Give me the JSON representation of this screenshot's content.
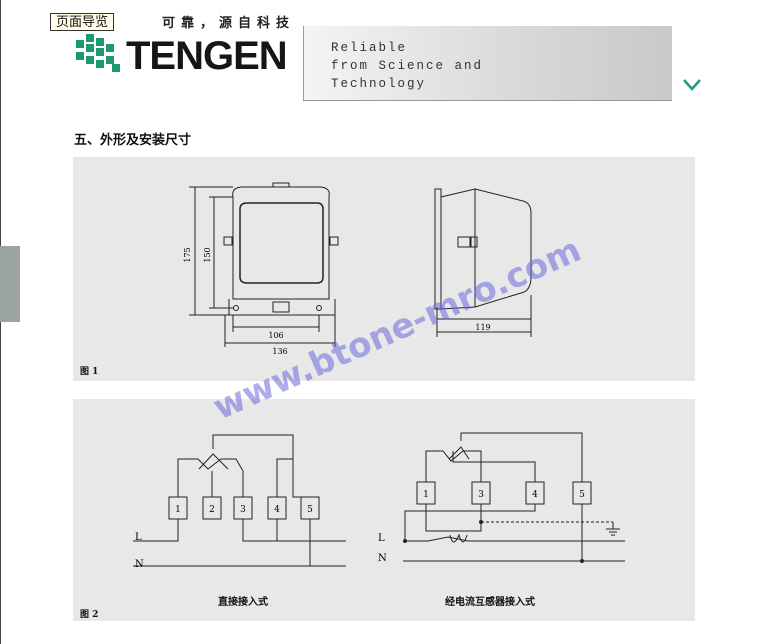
{
  "nav": {
    "button_label": "页面导览"
  },
  "header": {
    "slogan": "可靠，源自科技",
    "brand": "TENGEN",
    "tagline": [
      "Reliable",
      "from Science and",
      "Technology"
    ]
  },
  "section": {
    "title": "五、外形及安装尺寸"
  },
  "figure1": {
    "label": "图 1",
    "dims": {
      "height_outer": "175",
      "height_inner": "150",
      "width_inner": "106",
      "width_outer": "136",
      "depth": "119"
    }
  },
  "figure2": {
    "label": "图 2",
    "left_caption": "直接接入式",
    "right_caption": "经电流互感器接入式",
    "left_terminals": [
      "1",
      "2",
      "3",
      "4",
      "5"
    ],
    "right_terminals": [
      "1",
      "3",
      "4",
      "5"
    ],
    "line_L": "L",
    "line_N": "N"
  },
  "watermark": {
    "text": "www.btone-mro.com"
  },
  "colors": {
    "logo_green": "#1f9a6e",
    "panel_bg": "#e8e8e8",
    "chevron": "#1f9a8a",
    "watermark": "#6a6adc"
  }
}
